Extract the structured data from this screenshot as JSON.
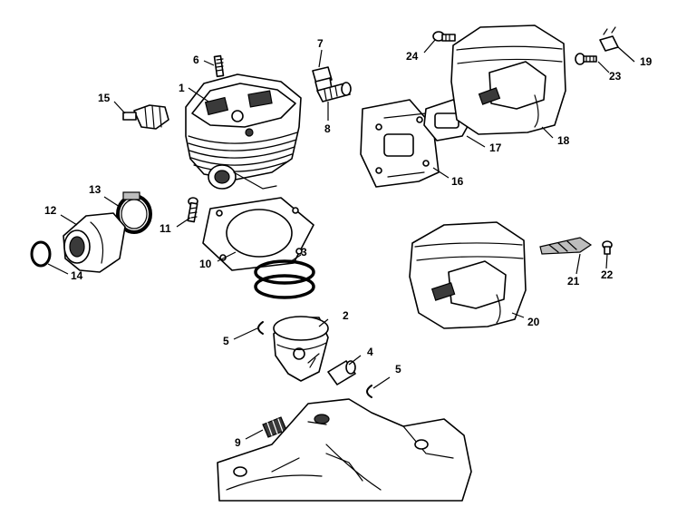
{
  "callouts": [
    {
      "label": "1"
    },
    {
      "label": "2"
    },
    {
      "label": "3"
    },
    {
      "label": "4"
    },
    {
      "label": "5"
    },
    {
      "label": "5"
    },
    {
      "label": "6"
    },
    {
      "label": "7"
    },
    {
      "label": "8"
    },
    {
      "label": "9"
    },
    {
      "label": "10"
    },
    {
      "label": "11"
    },
    {
      "label": "12"
    },
    {
      "label": "13"
    },
    {
      "label": "14"
    },
    {
      "label": "15"
    },
    {
      "label": "16"
    },
    {
      "label": "17"
    },
    {
      "label": "18"
    },
    {
      "label": "19"
    },
    {
      "label": "20"
    },
    {
      "label": "21"
    },
    {
      "label": "22"
    },
    {
      "label": "23"
    },
    {
      "label": "24"
    }
  ]
}
